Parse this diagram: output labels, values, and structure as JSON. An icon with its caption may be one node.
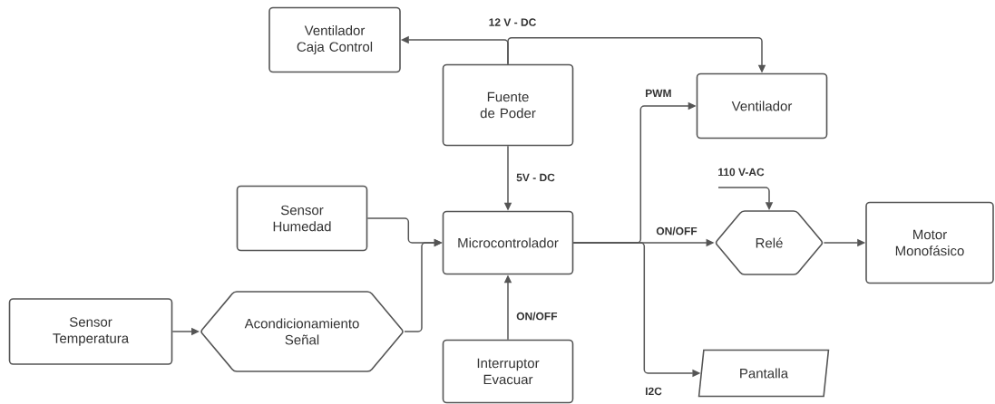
{
  "diagram": {
    "nodes": [
      {
        "text": [
          "Ventilador Caja Control"
        ]
      },
      {
        "text": [
          "Fuente de Poder"
        ]
      },
      {
        "text": [
          "Ventilador"
        ]
      },
      {
        "text": [
          "Sensor Humedad"
        ]
      },
      {
        "text": [
          "Microcontrolador"
        ]
      },
      {
        "text": [
          "Relé"
        ]
      },
      {
        "text": [
          "Motor Monofásico"
        ]
      },
      {
        "text": [
          "Sensor Temperatura"
        ]
      },
      {
        "text": [
          "Acondicionamiento Señal"
        ]
      },
      {
        "text": [
          "Interruptor Evacuar"
        ]
      },
      {
        "text": [
          "Pantalla"
        ]
      }
    ],
    "edges": [
      {
        "from": 1,
        "to": 0,
        "arrow": "to",
        "label": "12 V - DC"
      },
      {
        "from": 1,
        "to": 2,
        "arrow": "to"
      },
      {
        "from": 1,
        "to": 4,
        "arrow": "to",
        "label": "5V - DC"
      },
      {
        "from": 3,
        "to": 4,
        "arrow": "to"
      },
      {
        "from": 8,
        "to": 4,
        "arrow": "to"
      },
      {
        "from": 7,
        "to": 8,
        "arrow": "to"
      },
      {
        "from": 9,
        "to": 4,
        "arrow": "to",
        "label": "ON/OFF"
      },
      {
        "from": 4,
        "to": 2,
        "arrow": "to",
        "label": "PWM"
      },
      {
        "from": 4,
        "to": 5,
        "arrow": "to",
        "label": "ON/OFF"
      },
      {
        "from": 4,
        "to": 10,
        "arrow": "to",
        "label": "I2C"
      },
      {
        "from": null,
        "to": 5,
        "arrow": "to",
        "label": "110 V-AC"
      },
      {
        "from": 5,
        "to": 6,
        "arrow": "to"
      }
    ]
  }
}
